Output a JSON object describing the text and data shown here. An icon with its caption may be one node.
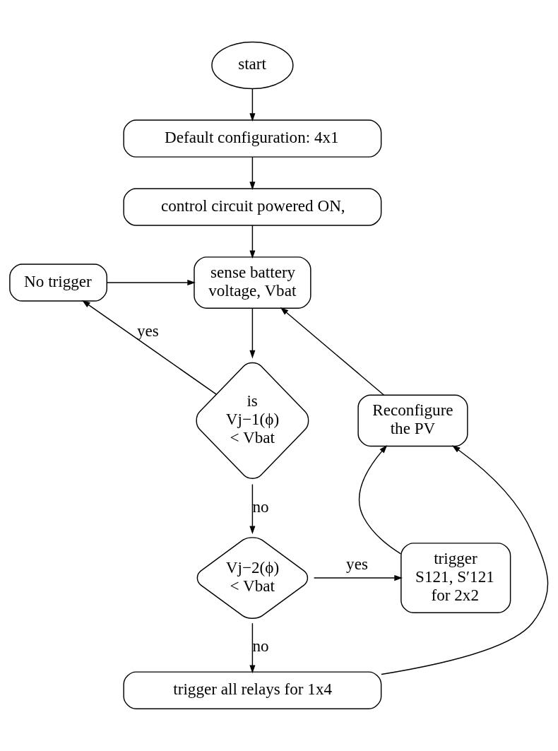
{
  "diagram": {
    "nodes": [
      {
        "text": [
          "start"
        ]
      },
      {
        "text": [
          "Default configuration: 4x1"
        ]
      },
      {
        "text": [
          "control circuit powered ON,"
        ]
      },
      {
        "text": [
          "No trigger"
        ]
      },
      {
        "text": [
          "sense battery voltage, Vbat"
        ]
      },
      {
        "text": [
          "is Vj−1(ϕ) < Vbat"
        ]
      },
      {
        "text": [
          "Reconfigure the PV"
        ]
      },
      {
        "text": [
          "Vj−2(ϕ) < Vbat"
        ]
      },
      {
        "text": [
          "trigger S121, S′121 for 2x2"
        ]
      },
      {
        "text": [
          "trigger all relays for 1x4"
        ]
      }
    ],
    "edges": [
      {
        "from": 0,
        "to": 1,
        "arrow": "to"
      },
      {
        "from": 1,
        "to": 2,
        "arrow": "to"
      },
      {
        "from": 2,
        "to": 4,
        "arrow": "to"
      },
      {
        "from": 3,
        "to": 4,
        "arrow": "to"
      },
      {
        "from": 6,
        "to": 4,
        "arrow": "to"
      },
      {
        "from": 4,
        "to": 5,
        "arrow": "to"
      },
      {
        "from": 5,
        "to": 3,
        "label": "yes",
        "arrow": "to"
      },
      {
        "from": 5,
        "to": 7,
        "label": "no",
        "arrow": "to"
      },
      {
        "from": 7,
        "to": 8,
        "label": "yes",
        "arrow": "to"
      },
      {
        "from": 7,
        "to": 9,
        "label": "no",
        "arrow": "to"
      },
      {
        "from": 8,
        "to": 6,
        "arrow": "to"
      },
      {
        "from": 9,
        "to": 6,
        "arrow": "to"
      }
    ]
  }
}
